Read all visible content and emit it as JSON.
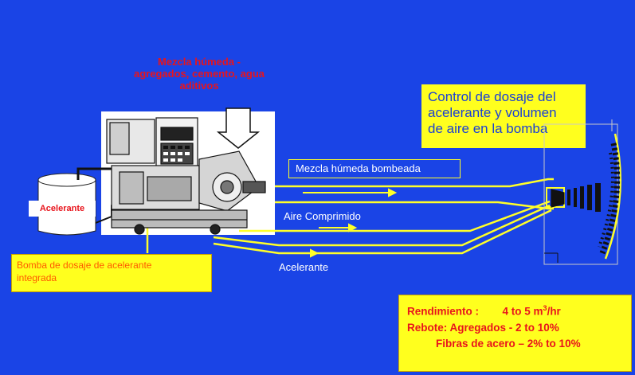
{
  "labels": {
    "wet_mix_lines": [
      "Mezcla húmeda -",
      "agregados, cemento, agua",
      "aditivos"
    ],
    "control_lines": [
      "Control de dosaje del",
      "acelerante y volumen",
      "de aire en la bomba"
    ],
    "acelerante_tank": "Acelerante",
    "pump_lines": [
      "Bomba de dosaje de acelerante",
      "integrada"
    ],
    "pumped_mix": "Mezcla húmeda bombeada",
    "compressed_air": "Aire Comprimido",
    "accelerator_line": "Acelerante"
  },
  "specs": {
    "rendimiento_label": "Rendimiento :",
    "rendimiento_value": "4 to 5 m",
    "rendimiento_sup": "3",
    "rendimiento_unit": "/hr",
    "rebote_line": "Rebote: Agregados - 2 to 10%",
    "fibras_line": "Fibras de acero – 2% to 10%"
  },
  "colors": {
    "background": "#1a44e6",
    "highlight_box": "#ffff1e",
    "flow_lines": "#ffff28",
    "wet_mix_text": "#e8141c",
    "control_text": "#1a3fd6",
    "pump_text": "#ff5a00"
  },
  "icons": [
    "accelerator-tank-icon",
    "shotcrete-machine-icon",
    "hopper-arrow-icon",
    "nozzle-icon",
    "tunnel-wall-icon"
  ]
}
